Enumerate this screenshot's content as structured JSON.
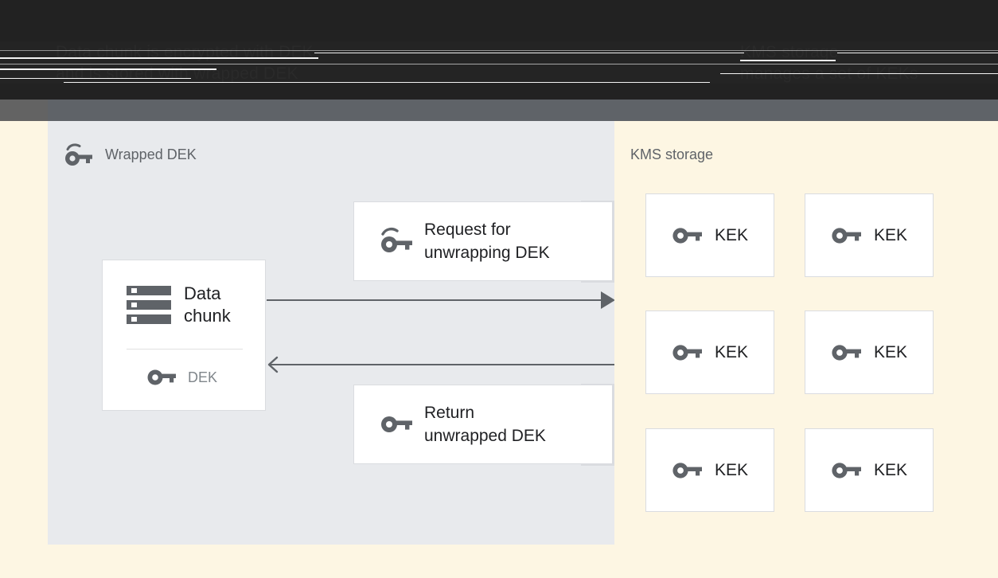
{
  "banner": {
    "line_left": "Data chunk is encrypted with DEK\nand is stored with wrapped DEK",
    "line_right": "KMS storage\nmanages a set of KEKs"
  },
  "left_panel": {
    "title": "Wrapped DEK",
    "title_icon": "wrapped-key-icon",
    "data_card": {
      "icon": "server-storage-icon",
      "label": "Data\nchunk",
      "key_icon": "key-icon",
      "key_label": "DEK"
    },
    "messages": [
      {
        "icon": "wrapped-key-icon",
        "label": "Request for\nunwrapping DEK"
      },
      {
        "icon": "key-icon",
        "label": "Return\nunwrapped DEK"
      }
    ],
    "arrows": [
      {
        "direction": "right",
        "name": "request-arrow"
      },
      {
        "direction": "left",
        "name": "return-arrow"
      }
    ]
  },
  "right_panel": {
    "title": "KMS storage",
    "cards": [
      {
        "icon": "key-icon",
        "label": "KEK"
      },
      {
        "icon": "key-icon",
        "label": "KEK"
      },
      {
        "icon": "key-icon",
        "label": "KEK"
      },
      {
        "icon": "key-icon",
        "label": "KEK"
      },
      {
        "icon": "key-icon",
        "label": "KEK"
      },
      {
        "icon": "key-icon",
        "label": "KEK"
      }
    ]
  },
  "colors": {
    "banner_dark": "#222222",
    "banner_grey": "#5f6368",
    "left_panel_bg": "#e8eaed",
    "right_panel_bg": "#fdf6e3",
    "card_bg": "#ffffff",
    "card_border": "#dadce0",
    "icon": "#5f6368",
    "text_primary": "#202124",
    "text_muted": "#80868b"
  }
}
